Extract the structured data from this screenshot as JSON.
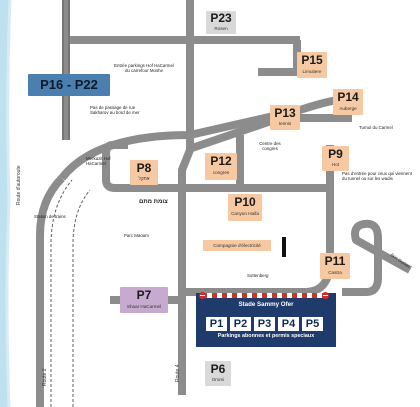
{
  "parkings": {
    "p23": {
      "code": "P23",
      "name": "Rosen"
    },
    "p16_22": {
      "code": "P16 - P22"
    },
    "p15": {
      "code": "P15",
      "name": "Limutiere"
    },
    "p14": {
      "code": "P14",
      "name": "Auberge"
    },
    "p13": {
      "code": "P13",
      "name": "tennis"
    },
    "p12": {
      "code": "P12",
      "name": "congres"
    },
    "p9": {
      "code": "P9",
      "name": "Hot"
    },
    "p8": {
      "code": "P8",
      "name": "אתקל"
    },
    "p10": {
      "code": "P10",
      "name": "Canyon Haifa"
    },
    "p11": {
      "code": "P11",
      "name": "Castra"
    },
    "p7": {
      "code": "P7",
      "name": "Shaar HaCarmel"
    },
    "p6": {
      "code": "P6",
      "name": "Oromi"
    }
  },
  "stadium": {
    "name": "Stade Sammy Ofer",
    "slots": [
      "P1",
      "P2",
      "P3",
      "P4",
      "P5"
    ],
    "subtitle": "Parkings abonnes et permis speciaux"
  },
  "labels": {
    "entree": "Entrée parkings Hof HaCarmel du carrefour Moshe",
    "passage": "Pas de passage de rue Sakharov au bord de mer",
    "turnul": "Turnul du Carmel",
    "centre": "Centre des congres",
    "merkazit": "Merkazit Hof HaCarmel",
    "pas_entree": "Pas d'entrée pour ceux qui viennent du tunnel ou sur les wadis",
    "hebrew": "צומת מתם",
    "station": "Station de trains",
    "parc": "Parc Maoam",
    "compagnie": "Compagnie d'électricité",
    "sottenberg": "Sottenberg",
    "ben_gurion": "Ben Gurion",
    "route_autoroute": "Route d'autoroute",
    "route2": "Route 2",
    "route4": "Route 4"
  },
  "colors": {
    "sea": "#bfe0ee",
    "road": "#8c8c8c",
    "rail": "#5f5f5f",
    "orange_parking": "#f6c9a2",
    "grey_parking": "#d9d9d9",
    "purple_parking": "#c6aad0",
    "blue_parking": "#4a7fb0",
    "stadium": "#1f3b6b"
  }
}
